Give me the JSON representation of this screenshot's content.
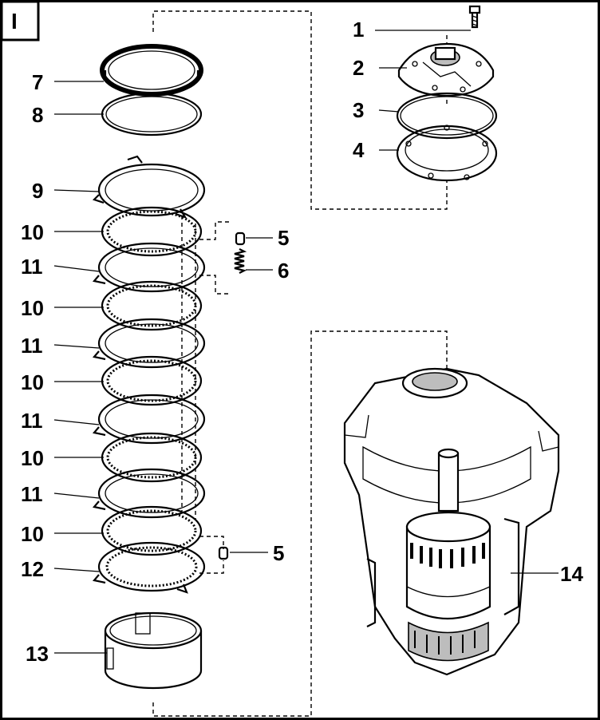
{
  "diagram": {
    "panel_tag": "I"
  },
  "callouts": {
    "c1": "1",
    "c2": "2",
    "c3": "3",
    "c4": "4",
    "c5a": "5",
    "c6": "6",
    "c5b": "5",
    "c7": "7",
    "c8": "8",
    "c9": "9",
    "c10a": "10",
    "c11a": "11",
    "c10b": "10",
    "c11b": "11",
    "c10c": "10",
    "c11c": "11",
    "c10d": "10",
    "c11d": "11",
    "c10e": "10",
    "c12": "12",
    "c13": "13",
    "c14": "14"
  }
}
